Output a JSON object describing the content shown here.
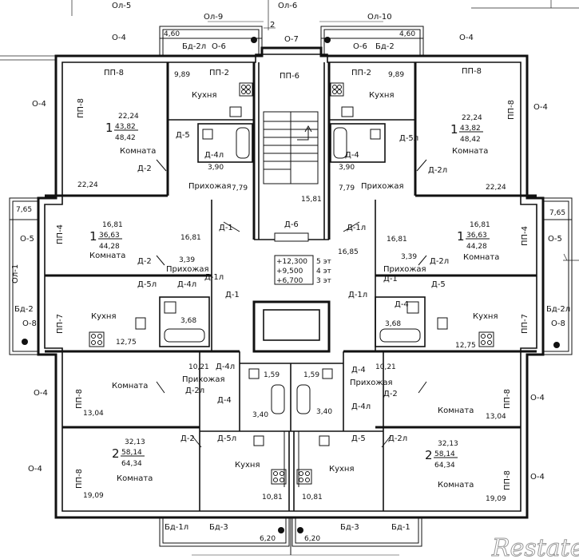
{
  "balconies": {
    "top_left": "Ол-5",
    "top_center": "Ол-6",
    "top_left_mid": "Ол-9",
    "top_right_mid": "Ол-10",
    "left_side": "Ол-1",
    "axis_mark": "2"
  },
  "windows": {
    "o4": "О-4",
    "o5": "О-5",
    "o6": "О-6",
    "o7": "О-7",
    "o8": "О-8"
  },
  "doors": {
    "d1": "Д-1",
    "d1l": "Д-1л",
    "d2": "Д-2",
    "d2l": "Д-2л",
    "d4": "Д-4",
    "d4l": "Д-4л",
    "d5": "Д-5",
    "d5l": "Д-5л",
    "d6": "Д-6"
  },
  "balcony_doors": {
    "bd1": "Бд-1",
    "bd1l": "Бд-1л",
    "bd2": "Бд-2",
    "bd2l": "Бд-2л",
    "bd3": "Бд-3"
  },
  "partitions": {
    "pp2": "ПП-2",
    "pp4": "ПП-4",
    "pp6": "ПП-6",
    "pp7": "ПП-7",
    "pp8": "ПП-8"
  },
  "rooms": {
    "kitchen": "Кухня",
    "room": "Комната",
    "hall": "Прихожая"
  },
  "areas": {
    "a460": "4,60",
    "a989": "9,89",
    "a2224": "22,24",
    "a390": "3,90",
    "a779": "7,79",
    "a1581": "15,81",
    "a1685": "16,85",
    "a765": "7,65",
    "a1681": "16,81",
    "a339": "3,39",
    "a368": "3,68",
    "a1275": "12,75",
    "a1021": "10,21",
    "a159": "1,59",
    "a340": "3,40",
    "a1304": "13,04",
    "a1909": "19,09",
    "a1081": "10,81",
    "a620": "6,20"
  },
  "apartments": {
    "one_room_top": {
      "count": "1",
      "living": "22,24",
      "total": "43,82",
      "overall": "48,42"
    },
    "one_room_mid": {
      "count": "1",
      "living": "16,81",
      "total": "36,63",
      "overall": "44,28"
    },
    "two_room": {
      "count": "2",
      "living": "32,13",
      "total": "58,14",
      "overall": "64,34"
    }
  },
  "levels": {
    "l5": "+12,300",
    "l5_floor": "5 эт",
    "l4": "+9,500",
    "l4_floor": "4 эт",
    "l3": "+6,700",
    "l3_floor": "3 эт"
  },
  "watermark": "Restate"
}
